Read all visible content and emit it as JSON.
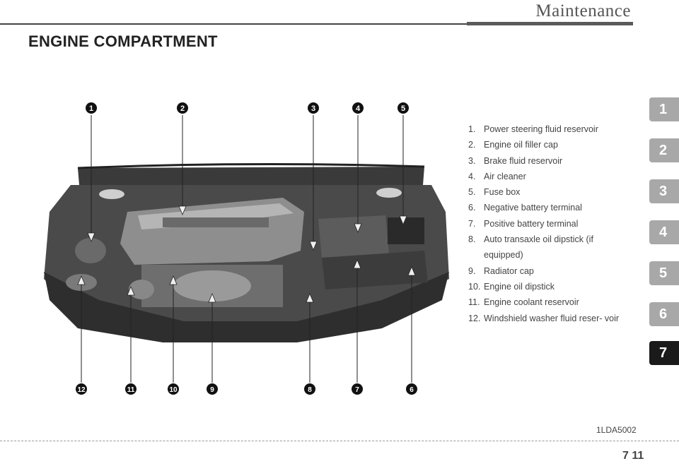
{
  "header": {
    "chapter_title": "Maintenance"
  },
  "section": {
    "title": "ENGINE COMPARTMENT"
  },
  "callouts": {
    "top": [
      "1",
      "2",
      "3",
      "4",
      "5"
    ],
    "bottom": [
      "12",
      "11",
      "10",
      "9",
      "8",
      "7",
      "6"
    ]
  },
  "legend": {
    "items": [
      {
        "num": "1.",
        "label": "Power steering fluid reservoir"
      },
      {
        "num": "2.",
        "label": "Engine oil filler cap"
      },
      {
        "num": "3.",
        "label": "Brake fluid reservoir"
      },
      {
        "num": "4.",
        "label": "Air cleaner"
      },
      {
        "num": "5.",
        "label": "Fuse box"
      },
      {
        "num": "6.",
        "label": "Negative battery terminal"
      },
      {
        "num": "7.",
        "label": "Positive battery terminal"
      },
      {
        "num": "8.",
        "label": "Auto transaxle oil dipstick (if equipped)"
      },
      {
        "num": "9.",
        "label": "Radiator cap"
      },
      {
        "num": "10.",
        "label": "Engine oil dipstick"
      },
      {
        "num": "11.",
        "label": "Engine coolant reservoir"
      },
      {
        "num": "12.",
        "label": "Windshield washer fluid reser- voir"
      }
    ]
  },
  "chapter_tabs": {
    "items": [
      {
        "label": "1",
        "active": false
      },
      {
        "label": "2",
        "active": false
      },
      {
        "label": "3",
        "active": false
      },
      {
        "label": "4",
        "active": false
      },
      {
        "label": "5",
        "active": false
      },
      {
        "label": "6",
        "active": false
      },
      {
        "label": "7",
        "active": true
      }
    ],
    "colors": {
      "inactive": "#a8a8a8",
      "active": "#1a1a1a"
    }
  },
  "figure": {
    "code": "1LDA5002"
  },
  "footer": {
    "page_number": "7 11"
  }
}
